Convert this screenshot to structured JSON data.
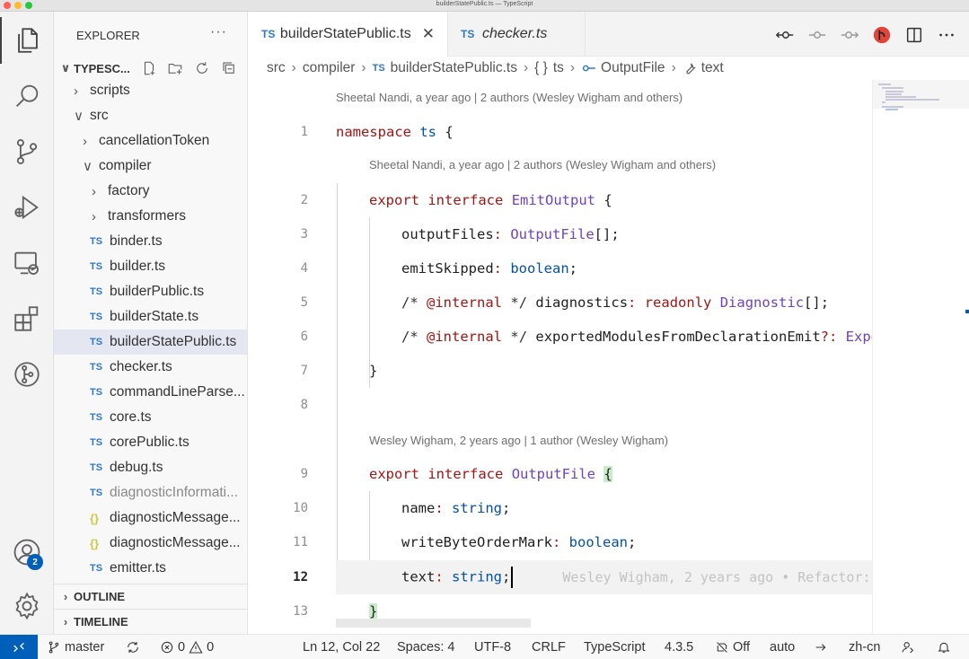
{
  "window": {
    "title": "builderStatePublic.ts — TypeScript"
  },
  "activity_bar": {
    "items": [
      "explorer-icon",
      "search-icon",
      "source-control-icon",
      "run-debug-icon",
      "remote-explorer-icon",
      "extensions-icon",
      "git-graph-icon"
    ],
    "accounts_badge": "2"
  },
  "sidebar": {
    "title": "EXPLORER",
    "more": "···",
    "root": "TYPESC...",
    "tree": [
      {
        "kind": "folder",
        "open": false,
        "label": "scripts",
        "indent": 1
      },
      {
        "kind": "folder",
        "open": true,
        "label": "src",
        "indent": 1
      },
      {
        "kind": "folder",
        "open": false,
        "label": "cancellationToken",
        "indent": 2
      },
      {
        "kind": "folder",
        "open": true,
        "label": "compiler",
        "indent": 2
      },
      {
        "kind": "folder",
        "open": false,
        "label": "factory",
        "indent": 3
      },
      {
        "kind": "folder",
        "open": false,
        "label": "transformers",
        "indent": 3
      },
      {
        "kind": "ts",
        "label": "binder.ts"
      },
      {
        "kind": "ts",
        "label": "builder.ts"
      },
      {
        "kind": "ts",
        "label": "builderPublic.ts"
      },
      {
        "kind": "ts",
        "label": "builderState.ts"
      },
      {
        "kind": "ts",
        "label": "builderStatePublic.ts",
        "selected": true
      },
      {
        "kind": "ts",
        "label": "checker.ts"
      },
      {
        "kind": "ts",
        "label": "commandLineParse..."
      },
      {
        "kind": "ts",
        "label": "core.ts"
      },
      {
        "kind": "ts",
        "label": "corePublic.ts"
      },
      {
        "kind": "ts",
        "label": "debug.ts"
      },
      {
        "kind": "ts",
        "label": "diagnosticInformati...",
        "dim": true
      },
      {
        "kind": "json",
        "label": "diagnosticMessage..."
      },
      {
        "kind": "json",
        "label": "diagnosticMessage..."
      },
      {
        "kind": "ts",
        "label": "emitter.ts"
      }
    ],
    "outline": "OUTLINE",
    "timeline": "TIMELINE"
  },
  "tabs": [
    {
      "icon": "TS",
      "label": "builderStatePublic.ts",
      "active": true,
      "close": "✕"
    },
    {
      "icon": "TS",
      "label": "checker.ts",
      "active": false
    }
  ],
  "breadcrumb": {
    "parts": [
      "src",
      "compiler"
    ],
    "ts_label": "TS",
    "file": "builderStatePublic.ts",
    "ns_icon": "{ }",
    "ns": "ts",
    "iface": "OutputFile",
    "prop": "text"
  },
  "editor": {
    "lens_top": "Sheetal Nandi, a year ago | 2 authors (Wesley Wigham and others)",
    "lens_emit": "Sheetal Nandi, a year ago | 2 authors (Wesley Wigham and others)",
    "lens_output": "Wesley Wigham, 2 years ago | 1 author (Wesley Wigham)",
    "line_numbers": [
      "1",
      "2",
      "3",
      "4",
      "5",
      "6",
      "7",
      "8",
      "9",
      "10",
      "11",
      "12",
      "13"
    ],
    "l1": {
      "kw": "namespace",
      "name": "ts",
      "brace": "{"
    },
    "l2": {
      "kw": "export",
      "kw2": "interface",
      "name": "EmitOutput",
      "brace": "{"
    },
    "l3": {
      "prop": "outputFiles",
      "colon": ":",
      "type": "OutputFile",
      "rest": "[];"
    },
    "l4": {
      "prop": "emitSkipped",
      "colon": ":",
      "type": "boolean",
      "rest": ";"
    },
    "l5": {
      "cm_open": "/*",
      "tag": "@internal",
      "cm_close": "*/",
      "prop": "diagnostics",
      "colon": ":",
      "mod": "readonly",
      "type": "Diagnostic",
      "rest": "[];"
    },
    "l6": {
      "cm_open": "/*",
      "tag": "@internal",
      "cm_close": "*/",
      "prop": "exportedModulesFromDeclarationEmit",
      "opt": "?:",
      "type": "Expor"
    },
    "l7": {
      "brace": "}"
    },
    "l9": {
      "kw": "export",
      "kw2": "interface",
      "name": "OutputFile",
      "brace": "{"
    },
    "l10": {
      "prop": "name",
      "colon": ":",
      "type": "string",
      "rest": ";"
    },
    "l11": {
      "prop": "writeByteOrderMark",
      "colon": ":",
      "type": "boolean",
      "rest": ";"
    },
    "l12": {
      "prop": "text",
      "colon": ":",
      "type": "string",
      "rest": ";",
      "blame": "Wesley Wigham, 2 years ago • Refactor:"
    },
    "l13": {
      "brace": "}"
    }
  },
  "statusbar": {
    "branch": "master",
    "errors": "0",
    "warnings": "0",
    "position": "Ln 12, Col 22",
    "spaces": "Spaces: 4",
    "encoding": "UTF-8",
    "eol": "CRLF",
    "language": "TypeScript",
    "version": "4.3.5",
    "copilot": "Off",
    "auto": "auto",
    "locale": "zh-cn"
  },
  "colors": {
    "accent": "#005fb8",
    "ts": "#3178c6",
    "keyword": "#af00db",
    "type": "#6f42c1"
  }
}
